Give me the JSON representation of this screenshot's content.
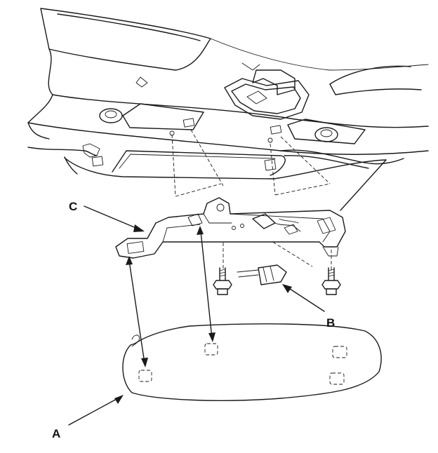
{
  "diagram": {
    "callouts": {
      "a": "A",
      "b": "B",
      "c": "C"
    },
    "colors": {
      "line": "#1a1a1a",
      "background": "#ffffff"
    }
  }
}
